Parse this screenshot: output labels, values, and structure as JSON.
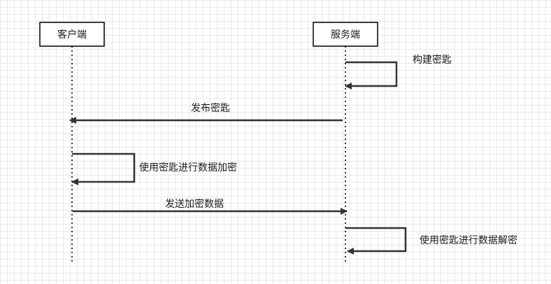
{
  "diagram": {
    "actors": {
      "client": "客户端",
      "server": "服务端"
    },
    "messages": {
      "build_key": "构建密匙",
      "publish_key": "发布密匙",
      "encrypt_data": "使用密匙进行数据加密",
      "send_encrypted": "发送加密数据",
      "decrypt_data": "使用密匙进行数据解密"
    },
    "colors": {
      "line": "#333333",
      "box_border": "#000000",
      "box_fill": "#ffffff",
      "grid": "#e8e8e8"
    }
  }
}
